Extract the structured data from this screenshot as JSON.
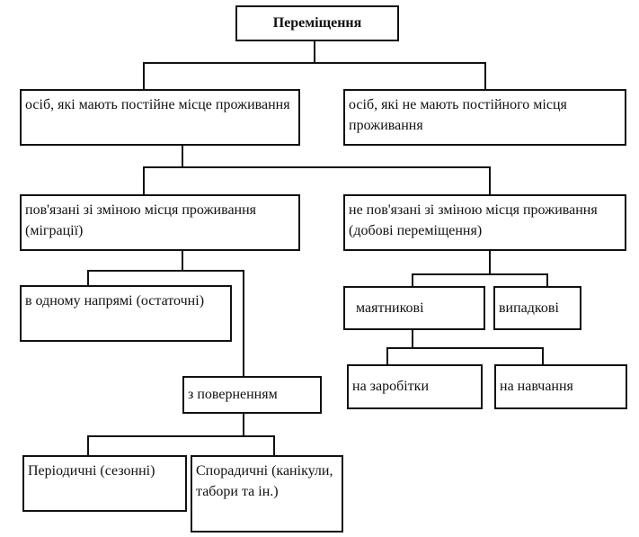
{
  "diagram": {
    "root": "Переміщення",
    "level1": {
      "left": "осіб, які мають постійне місце проживання",
      "right": "осіб, які не мають постійного місця проживання"
    },
    "level2": {
      "left": "пов'язані зі зміною місця проживання (міграції)",
      "right": "не пов'язані зі зміною місця проживання (добові переміщення)"
    },
    "migration": {
      "one_way": "в одному напрямі (остаточні)",
      "with_return": "з поверненням"
    },
    "return_types": {
      "periodic": "Періодичні (сезонні)",
      "sporadic": "Спорадичні (канікули, табори та ін.)"
    },
    "daily": {
      "pendulum": "маятникові",
      "random": "випадкові"
    },
    "pendulum_types": {
      "work": "на заробітки",
      "study": "на навчання"
    }
  }
}
